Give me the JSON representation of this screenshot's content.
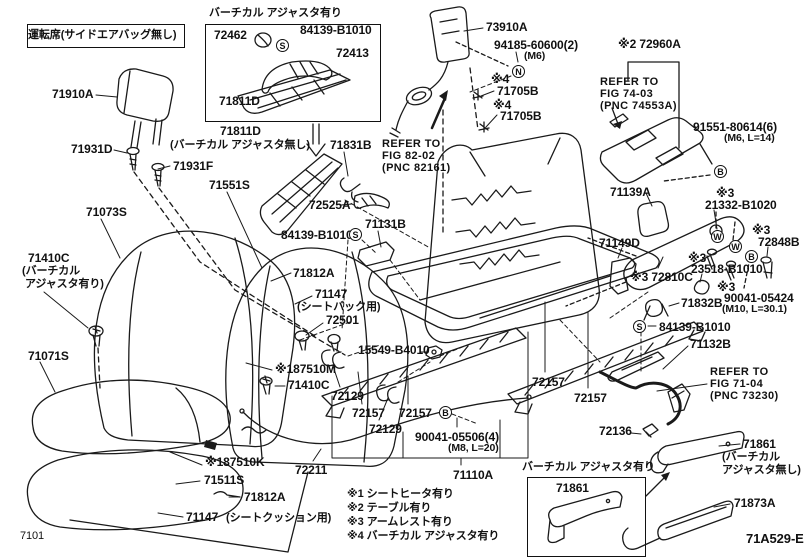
{
  "page": {
    "bg": "#ffffff",
    "ink": "#1a1a1a",
    "left_code": "7101",
    "right_code": "71A529-E"
  },
  "header": {
    "driver_note": "運転席(サイドエアバッグ無し)"
  },
  "top_box": {
    "title": "バーチカル アジャスタ有り",
    "p72462": "72462",
    "s": "S",
    "p84139": "84139-B1010",
    "p72413": "72413",
    "p71811d": "71811D"
  },
  "below_box": {
    "p71811d": "71811D",
    "sub": "(バーチカル アジャスタ無し)"
  },
  "left": {
    "p71910a": "71910A",
    "p71931d": "71931D",
    "p71931f": "71931F",
    "p71551s": "71551S",
    "p71073s": "71073S",
    "p71410c": "71410C",
    "p71410c_sub": "(バーチカル\n アジャスタ有り)",
    "p71071s": "71071S"
  },
  "center": {
    "p71831b": "71831B",
    "refer8202": "REFER TO\nFIG 82-02\n(PNC 82161)",
    "p72525a": "72525A",
    "p71131b": "71131B",
    "p84139": "84139-B1010",
    "s": "S",
    "p71812a": "71812A",
    "p71147": "71147",
    "p71147_sub": "(シートバック用)",
    "p72501": "72501",
    "p15549": "15549-B4010",
    "p87510m": "※187510M",
    "p71410c": "71410C",
    "p72129a": "72129",
    "p72157a": "72157",
    "p72129b": "72129",
    "p72157b": "72157",
    "b": "B",
    "p90041": "90041-05506(4)",
    "p90041_sub": "(M8, L=20)",
    "p71110a": "71110A"
  },
  "belt": {
    "p73910a": "73910A",
    "p94185": "94185-60600(2)",
    "p94185_sub": "(M6)",
    "n": "N",
    "note4a": "※4",
    "p71705b_a": "71705B",
    "note4b": "※4",
    "p71705b_b": "71705B"
  },
  "right": {
    "p72960a": "※2 72960A",
    "refer7403": "REFER TO\nFIG 74-03\n(PNC 74553A)",
    "p91551": "91551-80614(6)",
    "p91551_sub": "(M6, L=14)",
    "b_table": "B",
    "p71139a": "71139A",
    "note3a": "※3",
    "p21332": "21332-B1020",
    "w1": "W",
    "w2": "W",
    "note3b": "※3",
    "p72848b": "72848B",
    "p71149d": "71149D",
    "note3c": "※3",
    "p23518": "23518-B1010",
    "b_arm": "B",
    "p72810c": "※3 72810C",
    "note3d": "※3",
    "p90041": "90041-05424",
    "p90041_sub": "(M10, L=30.1)",
    "p71832b": "71832B",
    "s": "S",
    "p84139": "84139-B1010",
    "p71132b": "71132B",
    "refer7104": "REFER TO\nFIG 71-04\n(PNC 73230)",
    "p72136": "72136",
    "p72157c": "72157",
    "p72157d": "72157",
    "p71861": "71861",
    "p71861_sub": "(バーチカル\nアジャスタ無し)",
    "p71873a": "71873A"
  },
  "bottom": {
    "p87510k": "※187510K",
    "p71511s": "71511S",
    "p71812a": "71812A",
    "p71147": "71147",
    "p71147_sub": "(シートクッション用)",
    "p72211": "72211",
    "box_title": "バーチカル アジャスタ有り",
    "box_p71861": "71861"
  },
  "notes": [
    "※1 シートヒータ有り",
    "※2 テーブル有り",
    "※3 アームレスト有り",
    "※4 バーチカル アジャスタ有り"
  ]
}
